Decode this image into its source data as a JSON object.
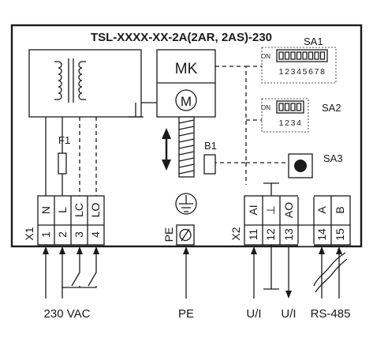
{
  "title": "TSL-XXXX-XX-2A(2AR, 2AS)-230",
  "blocks": {
    "actuator_motor": "MK",
    "motor_symbol": "M",
    "fuse": "F1",
    "limit_switch": "B1"
  },
  "dip_switches": {
    "sa1": {
      "name": "SA1",
      "on_label": "ON",
      "positions": [
        "1",
        "2",
        "3",
        "4",
        "5",
        "6",
        "7",
        "8"
      ]
    },
    "sa2": {
      "name": "SA2",
      "on_label": "ON",
      "positions": [
        "1",
        "2",
        "3",
        "4"
      ]
    },
    "sa3": {
      "name": "SA3"
    }
  },
  "connectors": {
    "x1": {
      "name": "X1",
      "terminals": [
        {
          "number": "1",
          "label": "N"
        },
        {
          "number": "2",
          "label": "L"
        },
        {
          "number": "3",
          "label": "LC"
        },
        {
          "number": "4",
          "label": "LO"
        }
      ]
    },
    "pe": {
      "name": "PE"
    },
    "x2": {
      "name": "X2",
      "terminals": [
        {
          "number": "11",
          "label": "AI"
        },
        {
          "number": "12",
          "label": "⊥"
        },
        {
          "number": "13",
          "label": "AO"
        },
        {
          "number": "14",
          "label": "A"
        },
        {
          "number": "15",
          "label": "B"
        }
      ]
    }
  },
  "bottom_labels": {
    "power": "230 VAC",
    "earth": "PE",
    "input": "U/I",
    "output": "U/I",
    "bus": "RS-485"
  }
}
